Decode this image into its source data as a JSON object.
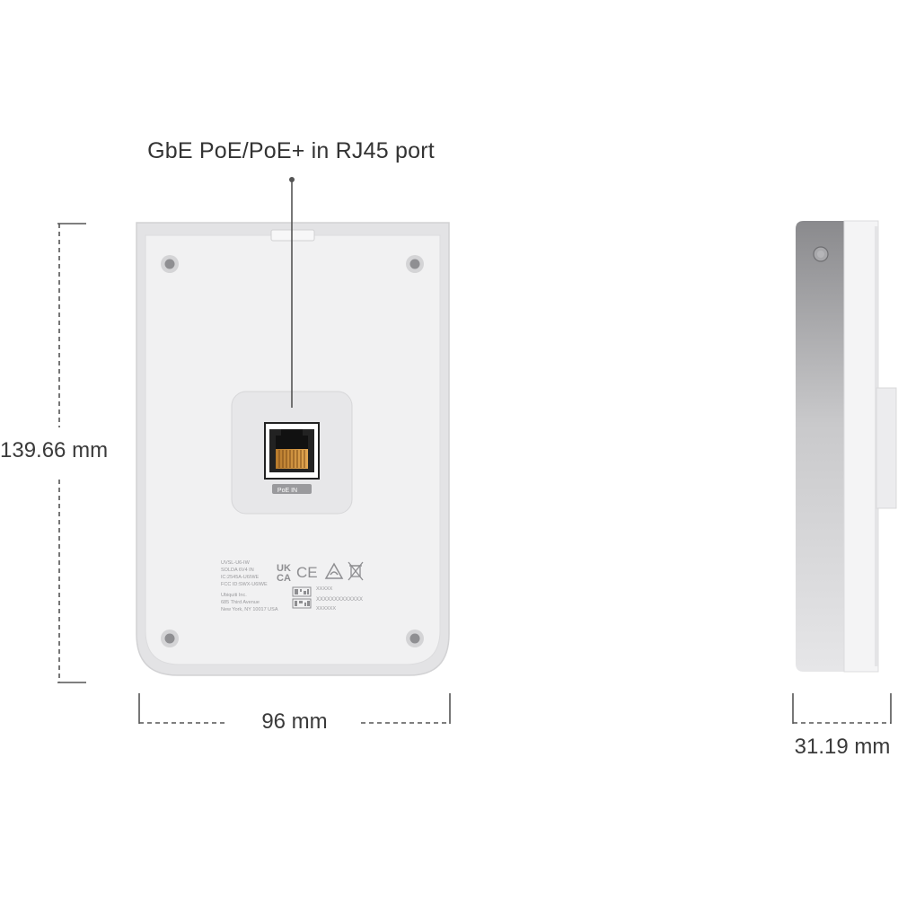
{
  "callouts": {
    "port": "GbE PoE/PoE+ in RJ45 port"
  },
  "dimensions": {
    "height": "139.66 mm",
    "width": "96 mm",
    "depth": "31.19 mm"
  },
  "device": {
    "port_tag": "PoE IN",
    "regulatory_marks": [
      "UK",
      "CA",
      "CE"
    ],
    "label_lines": [
      "UVSL-U6-IW",
      "SOLDA 6V4 IN",
      "IC:2545A-U6IWE",
      "FCC ID:SWX-U6IWE",
      "Ubiquiti Inc.",
      "685 Third Avenue",
      "New York, NY 10017 USA"
    ],
    "codes": [
      "XXXXX",
      "XXXXXXXXXXXXX",
      "XXXXXX"
    ]
  },
  "colors": {
    "line": "#555555",
    "device_body": "#ededee",
    "device_panel": "#f3f3f4",
    "side_gray": "#b9b9bc"
  }
}
